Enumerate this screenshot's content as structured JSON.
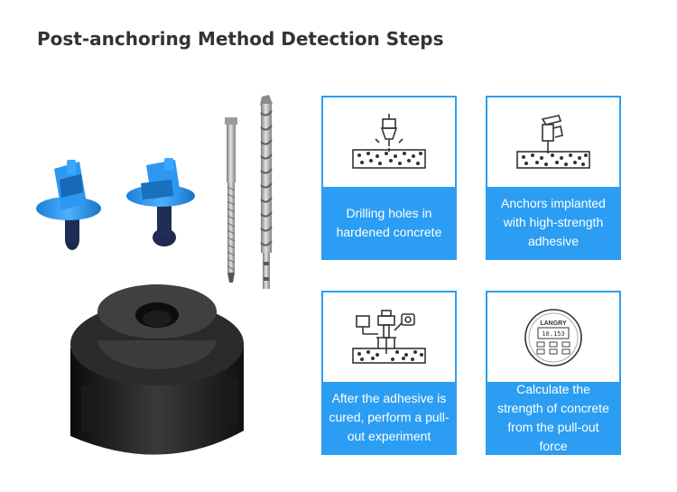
{
  "title": "Post-anchoring Method Detection Steps",
  "steps": [
    {
      "caption": "Drilling holes in hardened concrete",
      "icon": "drilling-icon"
    },
    {
      "caption": "Anchors implanted with high-strength adhesive",
      "icon": "adhesive-gun-icon"
    },
    {
      "caption": "After the adhesive is cured, perform a pull-out experiment",
      "icon": "pull-out-tester-icon"
    },
    {
      "caption": "Calculate the strength of concrete from the pull-out force",
      "icon": "force-gauge-icon"
    }
  ],
  "gauge": {
    "brand": "LANGRY",
    "reading": "10.153"
  },
  "colors": {
    "accent": "#2b9ef3",
    "title": "#333333",
    "background": "#ffffff"
  }
}
